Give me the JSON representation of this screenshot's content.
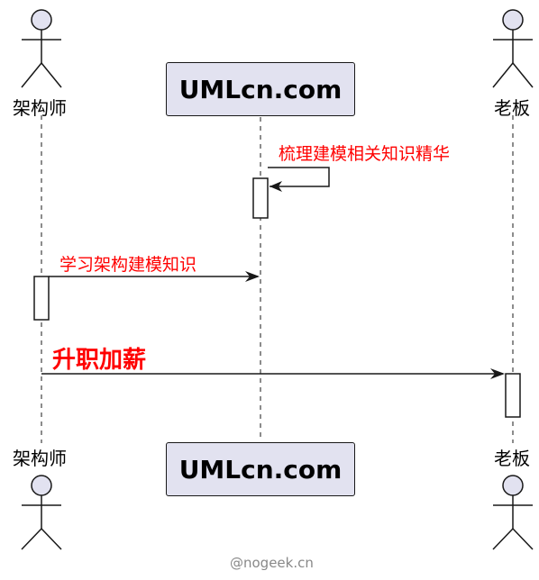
{
  "participants": {
    "architect": {
      "label": "架构师"
    },
    "site": {
      "label": "UMLcn.com"
    },
    "boss": {
      "label": "老板"
    }
  },
  "messages": [
    {
      "from": "site",
      "to": "site",
      "text": "梳理建模相关知识精华",
      "color": "#ff0000"
    },
    {
      "from": "architect",
      "to": "site",
      "text": "学习架构建模知识",
      "color": "#ff0000"
    },
    {
      "from": "architect",
      "to": "boss",
      "text": "升职加薪",
      "color": "#ff0000",
      "bold": true
    }
  ],
  "footer": {
    "text": "@nogeek.cn"
  },
  "colors": {
    "participant_fill": "#E2E2F0",
    "line": "#181818",
    "message_text": "#ff0000"
  }
}
